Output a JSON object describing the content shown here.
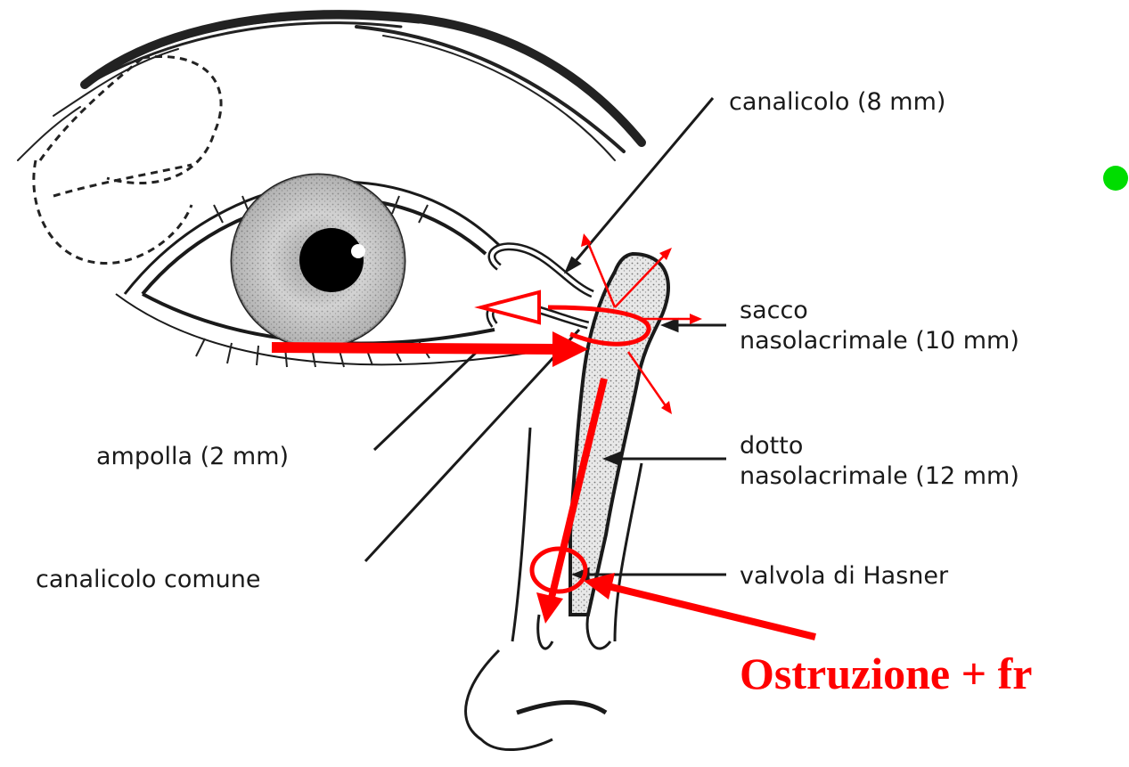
{
  "labels": {
    "canalicolo": "canalicolo (8 mm)",
    "sacco_line1": "sacco",
    "sacco_line2": "nasolacrimale (10 mm)",
    "ampolla": "ampolla (2 mm)",
    "dotto_line1": "dotto",
    "dotto_line2": "nasolacrimale (12 mm)",
    "canalicolo_comune": "canalicolo comune",
    "valvola": "valvola di Hasner"
  },
  "callout": "Ostruzione + fr",
  "colors": {
    "annotation": "#ff0000",
    "bullet": "#00dd00",
    "line": "#1a1a1a"
  }
}
